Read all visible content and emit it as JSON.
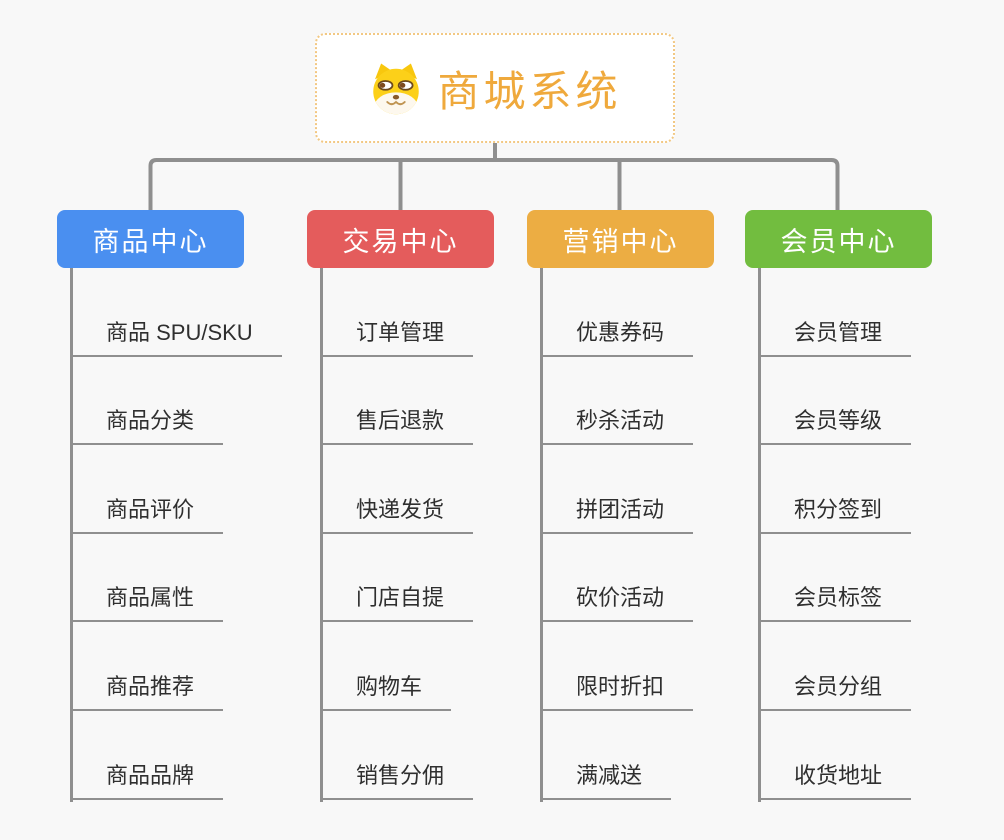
{
  "canvas": {
    "background": "#f8f8f8",
    "connector_color": "#8f8f8f"
  },
  "root": {
    "title": "商城系统",
    "icon": "dog-face",
    "background": "#ffffff",
    "border_color": "#f2c883",
    "text_color": "#efa93c"
  },
  "branches": [
    {
      "label": "商品中心",
      "color": "#4a8ff0",
      "children": [
        "商品 SPU/SKU",
        "商品分类",
        "商品评价",
        "商品属性",
        "商品推荐",
        "商品品牌"
      ]
    },
    {
      "label": "交易中心",
      "color": "#e45c5c",
      "children": [
        "订单管理",
        "售后退款",
        "快递发货",
        "门店自提",
        "购物车",
        "销售分佣"
      ]
    },
    {
      "label": "营销中心",
      "color": "#ecad43",
      "children": [
        "优惠券码",
        "秒杀活动",
        "拼团活动",
        "砍价活动",
        "限时折扣",
        "满减送"
      ]
    },
    {
      "label": "会员中心",
      "color": "#72bd3f",
      "children": [
        "会员管理",
        "会员等级",
        "积分签到",
        "会员标签",
        "会员分组",
        "收货地址"
      ]
    }
  ]
}
